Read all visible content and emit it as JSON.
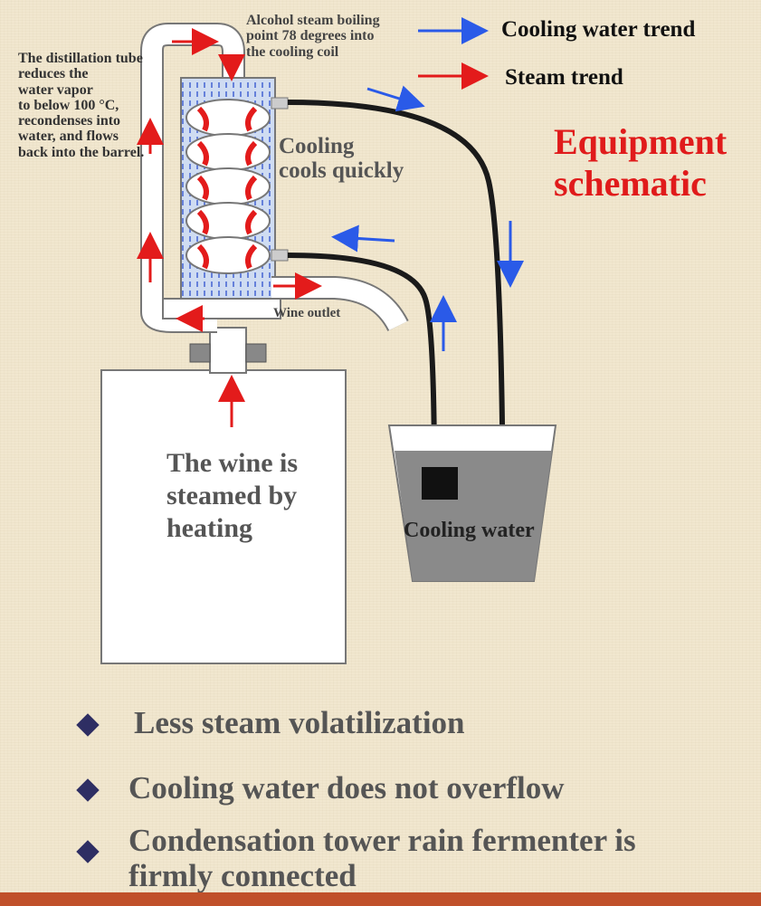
{
  "title": [
    "Equipment",
    "schematic"
  ],
  "legend": {
    "cooling_water": "Cooling water trend",
    "steam": "Steam trend"
  },
  "labels": {
    "tube_note": [
      "The distillation tube",
      "reduces the",
      "water vapor",
      "to below 100 °C,",
      "recondenses into",
      "water, and flows",
      "back into the barrel."
    ],
    "steam_note": [
      "Alcohol steam boiling",
      "point 78 degrees into",
      "the cooling coil"
    ],
    "cooling": [
      "Cooling",
      "cools quickly"
    ],
    "wine_outlet": "Wine outlet",
    "boiler": [
      "The wine is",
      "steamed by",
      "heating"
    ],
    "cooling_water": "Cooling water"
  },
  "bullets": [
    "Less steam volatilization",
    "Cooling water does not overflow",
    [
      "Condensation tower rain fermenter is",
      "firmly connected"
    ]
  ],
  "colors": {
    "steam_arrow": "#e31b1b",
    "water_arrow": "#2a5ae8",
    "title": "#e01b1b",
    "background": "#f1e7cf",
    "bullet_diamond": "#2e2e63"
  }
}
